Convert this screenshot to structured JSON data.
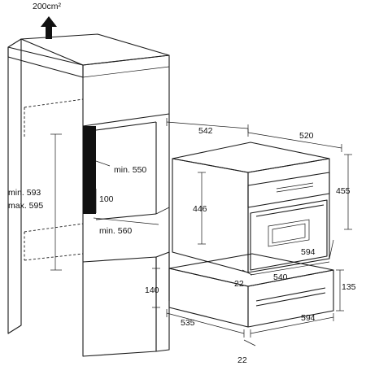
{
  "airflow": {
    "label": "200cm²"
  },
  "dimensions": {
    "cabinet_depth": "542",
    "oven_depth": "520",
    "oven_total_height": "455",
    "oven_body_height": "446",
    "oven_width": "594",
    "niche_height": "min. 593\nmax. 595",
    "niche_width_upper": "min. 550",
    "vent_height": "100",
    "niche_width_lower": "min. 560",
    "oven_front_offset": "22",
    "drawer_depth": "540",
    "drawer_height": "135",
    "drawer_niche_height": "140",
    "drawer_niche_depth": "535",
    "drawer_width": "594",
    "drawer_front_offset": "22"
  }
}
